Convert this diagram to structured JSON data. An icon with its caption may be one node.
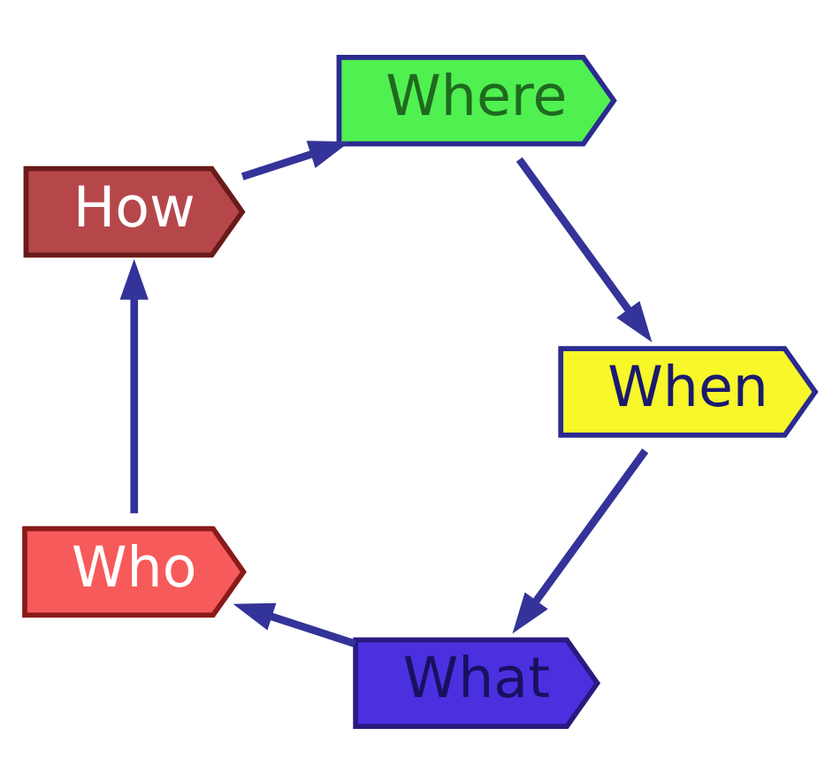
{
  "diagram": {
    "nodes": [
      {
        "text": [
          "What"
        ]
      },
      {
        "text": [
          "Who"
        ]
      },
      {
        "text": [
          "How"
        ]
      },
      {
        "text": [
          "Where"
        ]
      },
      {
        "text": [
          "When"
        ]
      }
    ],
    "edges": [
      {
        "from": 0,
        "to": 1,
        "arrow": "to"
      },
      {
        "from": 1,
        "to": 2,
        "arrow": "to"
      },
      {
        "from": 2,
        "to": 3,
        "arrow": "to"
      },
      {
        "from": 3,
        "to": 4,
        "arrow": "to"
      },
      {
        "from": 4,
        "to": 0,
        "arrow": "to"
      }
    ]
  }
}
